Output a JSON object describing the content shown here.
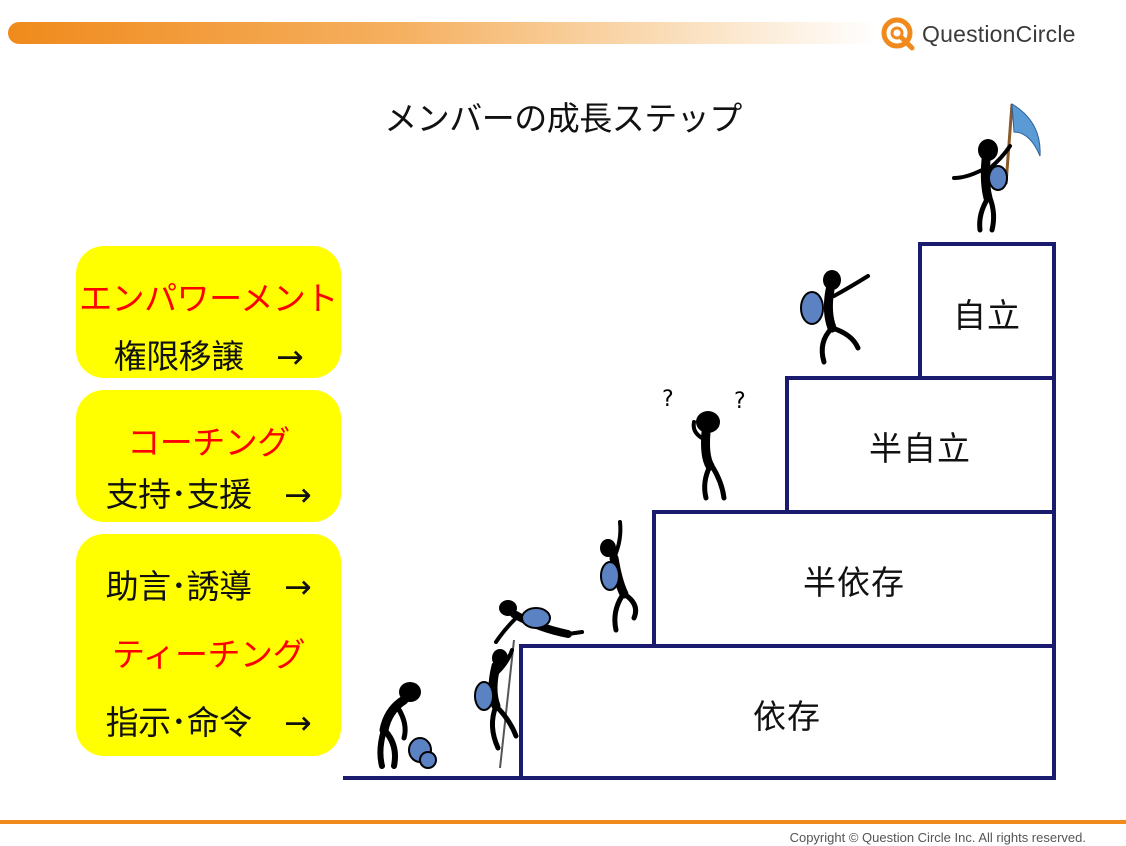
{
  "header": {
    "logo_text": "QuestionCircle",
    "logo_icon": "q-circle-logo-icon"
  },
  "title": "メンバーの成長ステップ",
  "panels": [
    {
      "line1": "エンパワーメント",
      "line2": "権限移譲　→"
    },
    {
      "line1": "コーチング",
      "line2": "支持･支援　→"
    },
    {
      "line1": "助言･誘導　→",
      "line2": "ティーチング",
      "line3": "指示･命令　→"
    }
  ],
  "steps": [
    {
      "label": "依存"
    },
    {
      "label": "半依存"
    },
    {
      "label": "半自立"
    },
    {
      "label": "自立"
    }
  ],
  "footer": {
    "copyright": "Copyright © Question Circle Inc. All rights reserved."
  },
  "colors": {
    "accent": "#f08a1c",
    "highlight": "#ffff00",
    "emphasis": "#ff0000",
    "step_border": "#1a1a6e",
    "backpack": "#5b82c2"
  }
}
